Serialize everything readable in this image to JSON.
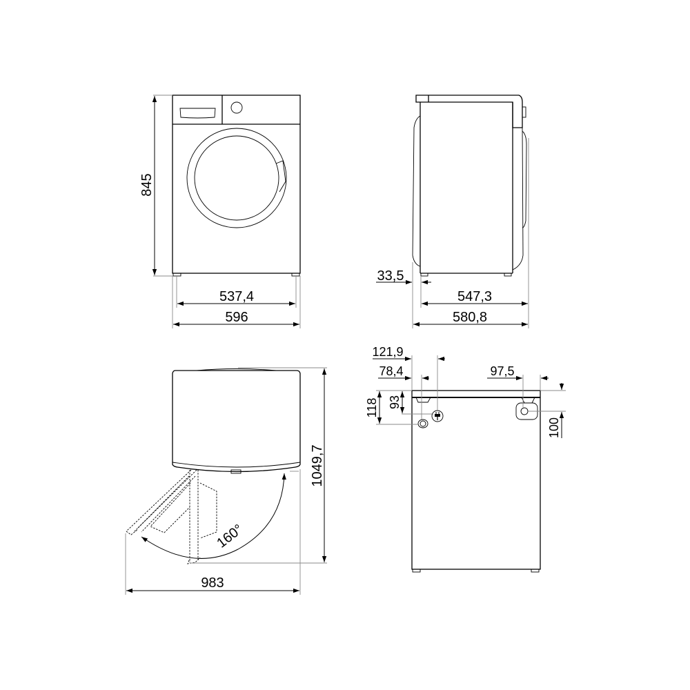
{
  "drawing": {
    "front_view": {
      "height_label": "845",
      "width_feet_label": "537,4",
      "width_total_label": "596"
    },
    "side_view": {
      "door_depth_label": "33,5",
      "body_depth_label": "547,3",
      "total_depth_label": "580,8"
    },
    "top_view": {
      "door_angle_label": "160°",
      "open_depth_label": "1049,7",
      "open_width_label": "983"
    },
    "rear_view": {
      "plug_offset_label": "121,9",
      "water_inlet_offset_label": "78,4",
      "drain_offset_label": "97,5",
      "plug_height_label": "93",
      "water_inlet_height_label": "118",
      "drain_height_label": "100"
    }
  }
}
